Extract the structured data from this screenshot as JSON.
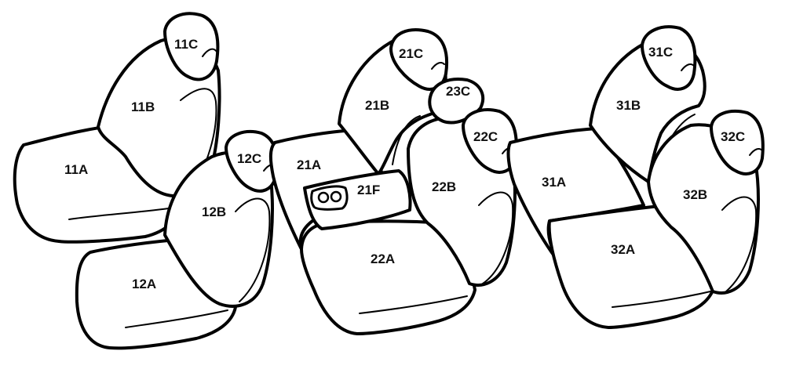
{
  "labels": {
    "l11A": "11A",
    "l11B": "11B",
    "l11C": "11C",
    "l12A": "12A",
    "l12B": "12B",
    "l12C": "12C",
    "l21A": "21A",
    "l21B": "21B",
    "l21C": "21C",
    "l21F": "21F",
    "l22A": "22A",
    "l22B": "22B",
    "l22C": "22C",
    "l23C": "23C",
    "l31A": "31A",
    "l31B": "31B",
    "l31C": "31C",
    "l32A": "32A",
    "l32B": "32B",
    "l32C": "32C"
  }
}
